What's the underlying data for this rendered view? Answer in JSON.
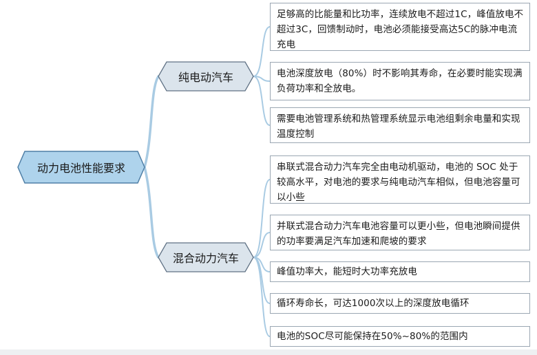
{
  "root": {
    "label": "动力电池性能要求"
  },
  "branches": [
    {
      "label": "纯电动汽车",
      "leaves": [
        "足够高的比能量和比功率，连续放电不超过1C，峰值放电不超过3C，回馈制动时，电池必须能接受高达5C的脉冲电流充电",
        "电池深度放电（80%）时不影响其寿命，在必要时能实现满负荷功率和全放电。",
        "需要电池管理系统和热管理系统显示电池组剩余电量和实现温度控制"
      ]
    },
    {
      "label": "混合动力汽车",
      "leaves": [
        "串联式混合动力汽车完全由电动机驱动，电池的 SOC 处于较高水平，对电池的要求与纯电动汽车相似，但电池容量可以小些",
        "并联式混合动力汽车电池容量可以更小些，但电池瞬间提供的功率要满足汽车加速和爬坡的要求",
        "峰值功率大，能短时大功率充放电",
        "循环寿命长，可达1000次以上的深度放电循环",
        "电池的SOC尽可能保持在50%~80%的范围内"
      ]
    }
  ],
  "colors": {
    "root_fill": "#aed3ec",
    "root_stroke": "#4f7fa6",
    "branch_fill": "#dbe4ec",
    "branch_stroke": "#5f7184",
    "connector": "#a9cbe3",
    "leaf_border": "#9aa6b2"
  }
}
